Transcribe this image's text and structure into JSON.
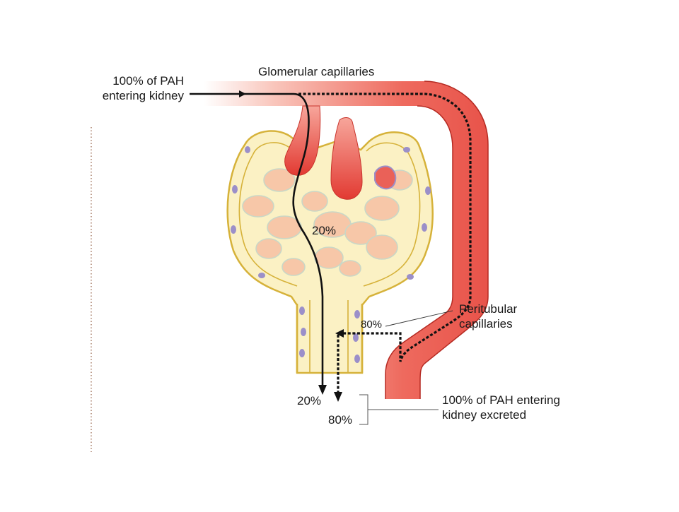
{
  "labels": {
    "glomerular": "Glomerular capillaries",
    "pah_entering_line1": "100% of PAH",
    "pah_entering_line2": "entering kidney",
    "pct_filtered": "20%",
    "pct_secreted": "80%",
    "peritubular_line1": "Peritubular",
    "peritubular_line2": "capillaries",
    "out_filtered": "20%",
    "out_secreted": "80%",
    "excreted_line1": "100% of PAH entering",
    "excreted_line2": "kidney excreted"
  },
  "colors": {
    "capillary": "#e8534a",
    "capillary_light": "#f6b0a5",
    "capsule_fill": "#fbf1c4",
    "capsule_border": "#d6b23a",
    "cell_nucleus": "#9b8fc9",
    "tuft_fill": "#f7c7a8"
  }
}
